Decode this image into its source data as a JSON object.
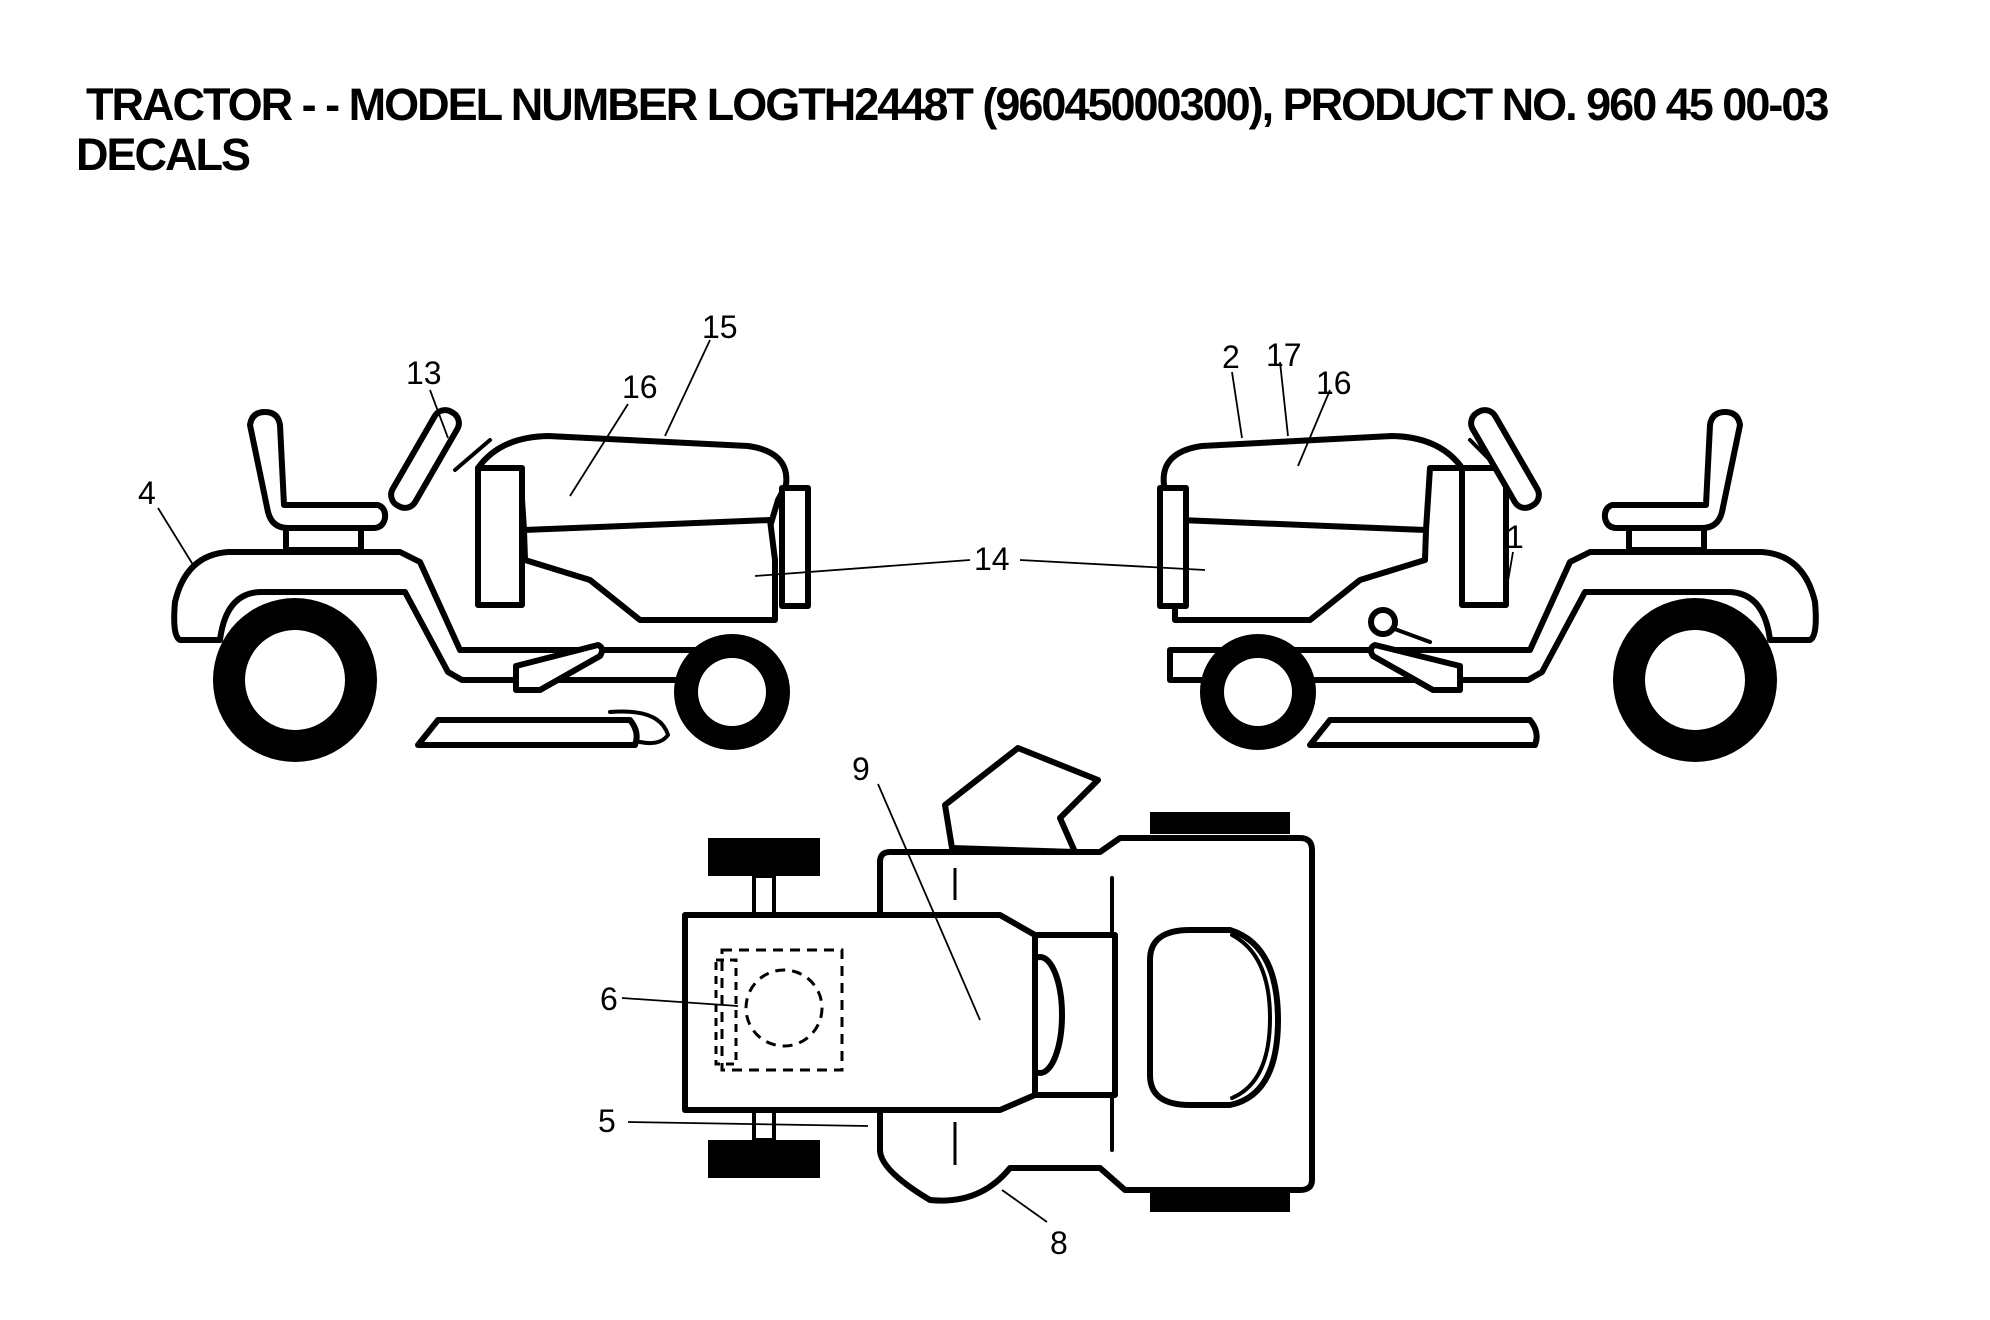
{
  "header": {
    "title_line1": "TRACTOR - - MODEL NUMBER LOGTH2448T (96045000300), PRODUCT NO. 960 45 00-03",
    "title_line2": "DECALS"
  },
  "callouts": {
    "n1": "1",
    "n2": "2",
    "n4": "4",
    "n5": "5",
    "n6": "6",
    "n8": "8",
    "n9": "9",
    "n13": "13",
    "n14": "14",
    "n15": "15",
    "n16_left": "16",
    "n16_right": "16",
    "n17": "17"
  },
  "colors": {
    "ink": "#000000",
    "paper": "#ffffff"
  }
}
